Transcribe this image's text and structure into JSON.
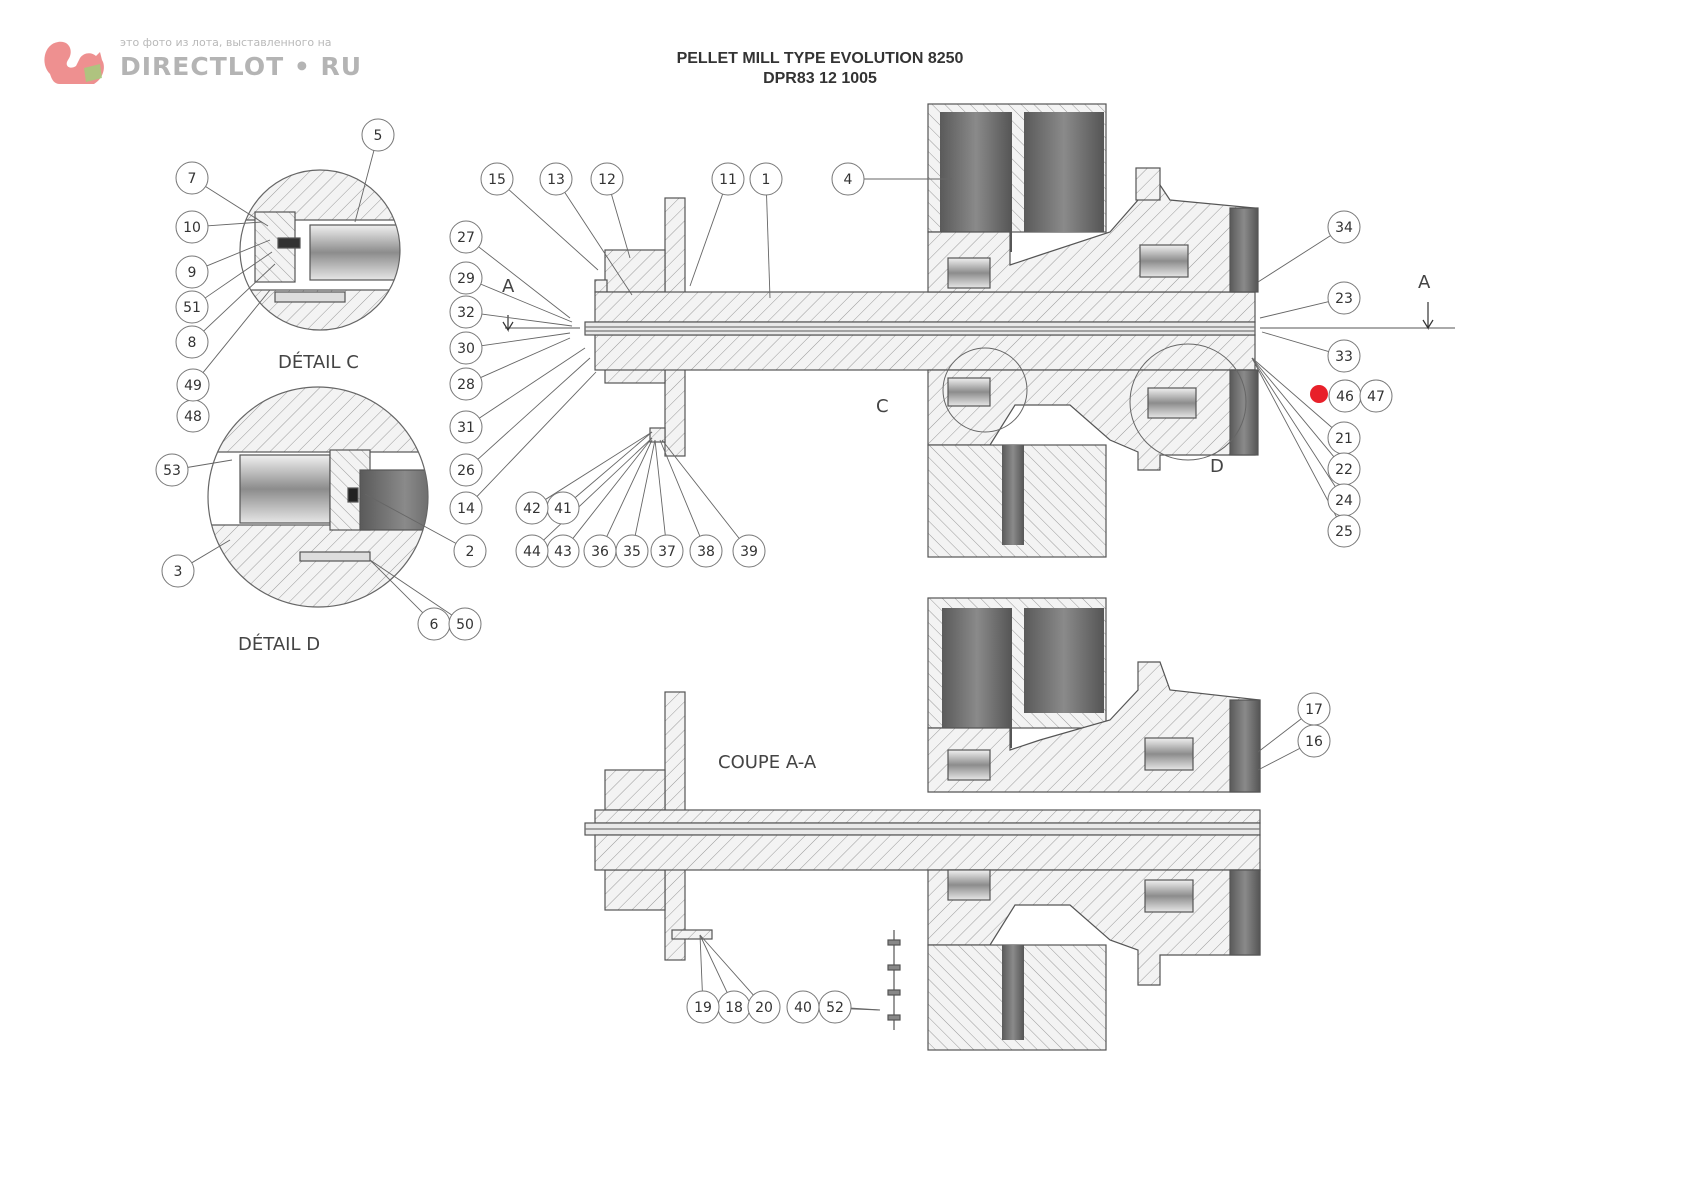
{
  "watermark": {
    "small": "это фото из лота, выставленного на",
    "brand": "DIRECTLOT • RU",
    "logo_color": "#e86b6b"
  },
  "title": {
    "line1": "PELLET MILL TYPE EVOLUTION 8250",
    "line2": "DPR83 12 1005"
  },
  "labels": {
    "detail_c": "DÉTAIL C",
    "detail_d": "DÉTAIL D",
    "section": "COUPE A-A",
    "mark_c": "C",
    "mark_d": "D",
    "cut_left": "A",
    "cut_right": "A"
  },
  "callouts": [
    "1",
    "2",
    "3",
    "4",
    "5",
    "6",
    "7",
    "8",
    "9",
    "10",
    "11",
    "12",
    "13",
    "14",
    "15",
    "16",
    "17",
    "18",
    "19",
    "20",
    "21",
    "22",
    "23",
    "24",
    "25",
    "26",
    "27",
    "28",
    "29",
    "30",
    "31",
    "32",
    "33",
    "34",
    "35",
    "36",
    "37",
    "38",
    "39",
    "40",
    "41",
    "42",
    "43",
    "44",
    "46",
    "47",
    "48",
    "49",
    "50",
    "51",
    "52",
    "53"
  ],
  "highlight_color": "#e8202a"
}
